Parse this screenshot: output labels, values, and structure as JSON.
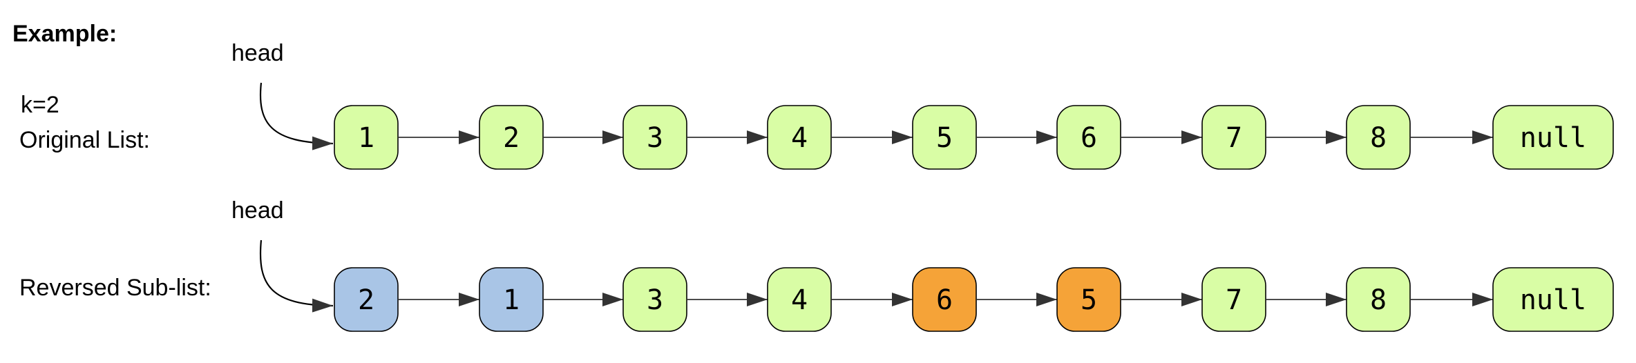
{
  "heading": "Example:",
  "k_label": "k=2",
  "rows": [
    {
      "label": "Original List:",
      "head_label": "head",
      "nodes": [
        {
          "value": "1",
          "color": "#d9fda5"
        },
        {
          "value": "2",
          "color": "#d9fda5"
        },
        {
          "value": "3",
          "color": "#d9fda5"
        },
        {
          "value": "4",
          "color": "#d9fda5"
        },
        {
          "value": "5",
          "color": "#d9fda5"
        },
        {
          "value": "6",
          "color": "#d9fda5"
        },
        {
          "value": "7",
          "color": "#d9fda5"
        },
        {
          "value": "8",
          "color": "#d9fda5"
        },
        {
          "value": "null",
          "color": "#d9fda5"
        }
      ]
    },
    {
      "label": "Reversed Sub-list:",
      "head_label": "head",
      "nodes": [
        {
          "value": "2",
          "color": "#a9c5e6"
        },
        {
          "value": "1",
          "color": "#a9c5e6"
        },
        {
          "value": "3",
          "color": "#d9fda5"
        },
        {
          "value": "4",
          "color": "#d9fda5"
        },
        {
          "value": "6",
          "color": "#f5a338"
        },
        {
          "value": "5",
          "color": "#f5a338"
        },
        {
          "value": "7",
          "color": "#d9fda5"
        },
        {
          "value": "8",
          "color": "#d9fda5"
        },
        {
          "value": "null",
          "color": "#d9fda5"
        }
      ]
    }
  ],
  "colors": {
    "stroke": "#000000",
    "arrow": "#333333"
  }
}
